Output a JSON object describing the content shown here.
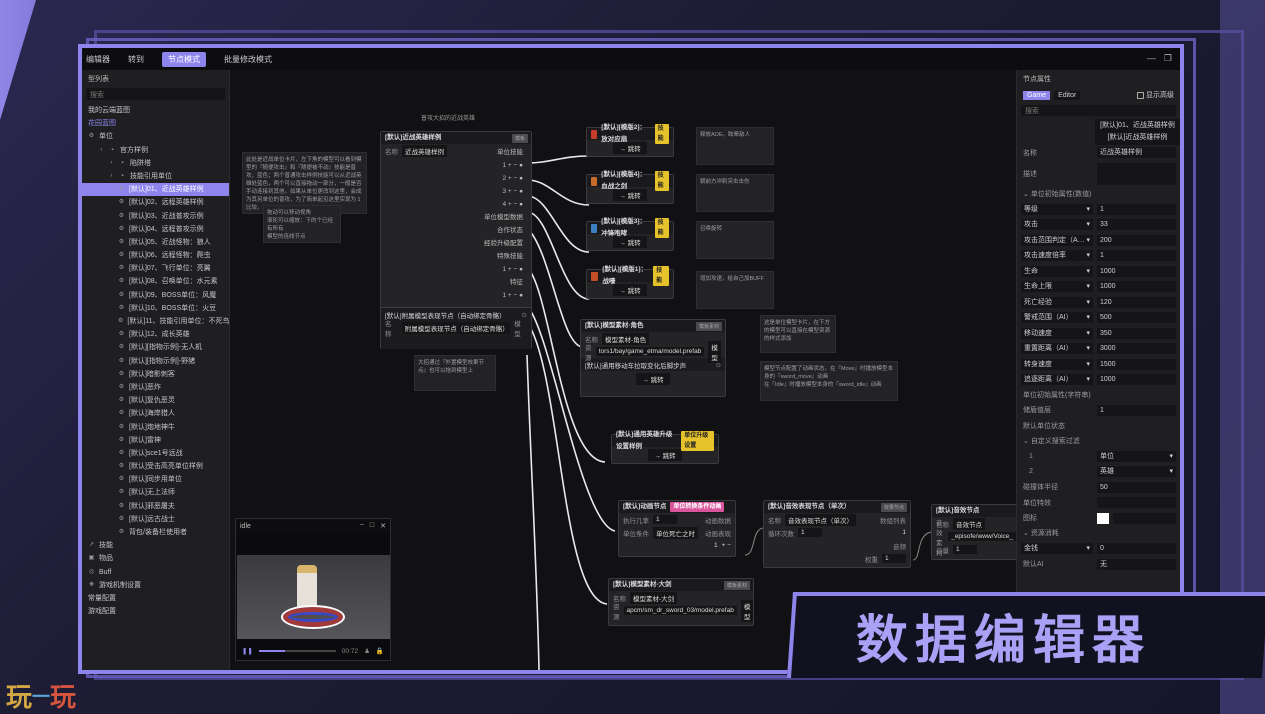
{
  "topbar": {
    "title": "编辑器",
    "tabs": [
      {
        "label": "转到",
        "active": false
      },
      {
        "label": "节点模式",
        "active": true
      },
      {
        "label": "批量修改模式",
        "active": false
      }
    ],
    "minimize_icon": "—",
    "restore_icon": "❐"
  },
  "sidebar": {
    "title": "型列表",
    "search_placeholder": "搜索",
    "items": [
      {
        "label": "我的云端蓝图",
        "indent": 0,
        "icon": "",
        "type": "link"
      },
      {
        "label": "花园蓝图",
        "indent": 0,
        "icon": "",
        "type": "link-accent"
      },
      {
        "label": "单位",
        "indent": 0,
        "icon": "⚙",
        "type": "group"
      },
      {
        "label": "官方样例",
        "indent": 1,
        "icon": "▪",
        "type": "folder"
      },
      {
        "label": "陷阱塔",
        "indent": 2,
        "icon": "▪",
        "type": "folder"
      },
      {
        "label": "技能引用单位",
        "indent": 2,
        "icon": "▪",
        "type": "folder"
      },
      {
        "label": "[默认]01、近战英雄样例",
        "indent": 3,
        "icon": "⚙",
        "type": "item",
        "selected": true
      },
      {
        "label": "[默认]02、远程英雄样例",
        "indent": 3,
        "icon": "⚙",
        "type": "item"
      },
      {
        "label": "[默认]03、近战普攻示例",
        "indent": 3,
        "icon": "⚙",
        "type": "item"
      },
      {
        "label": "[默认]04、远程普攻示例",
        "indent": 3,
        "icon": "⚙",
        "type": "item"
      },
      {
        "label": "[默认]05、近战怪物：狼人",
        "indent": 3,
        "icon": "⚙",
        "type": "item"
      },
      {
        "label": "[默认]06、远程怪物：爬虫",
        "indent": 3,
        "icon": "⚙",
        "type": "item"
      },
      {
        "label": "[默认]07、飞行单位：亮翼",
        "indent": 3,
        "icon": "⚙",
        "type": "item"
      },
      {
        "label": "[默认]08、召唤单位：水元素",
        "indent": 3,
        "icon": "⚙",
        "type": "item"
      },
      {
        "label": "[默认]09、BOSS单位：风魔",
        "indent": 3,
        "icon": "⚙",
        "type": "item"
      },
      {
        "label": "[默认]10、BOSS单位：火豆",
        "indent": 3,
        "icon": "⚙",
        "type": "item"
      },
      {
        "label": "[默认]11、技能引用单位：不死鸟蛋",
        "indent": 3,
        "icon": "⚙",
        "type": "item"
      },
      {
        "label": "[默认]12、成长英雄",
        "indent": 3,
        "icon": "⚙",
        "type": "item"
      },
      {
        "label": "[默认][指物示例]-无人机",
        "indent": 3,
        "icon": "⚙",
        "type": "item"
      },
      {
        "label": "[默认][指物示例]-野猪",
        "indent": 3,
        "icon": "⚙",
        "type": "item"
      },
      {
        "label": "[默认]暗影刺客",
        "indent": 3,
        "icon": "⚙",
        "type": "item"
      },
      {
        "label": "[默认]恶炸",
        "indent": 3,
        "icon": "⚙",
        "type": "item"
      },
      {
        "label": "[默认]复仇恶灵",
        "indent": 3,
        "icon": "⚙",
        "type": "item"
      },
      {
        "label": "[默认]海岸猎人",
        "indent": 3,
        "icon": "⚙",
        "type": "item"
      },
      {
        "label": "[默认]炮地神牛",
        "indent": 3,
        "icon": "⚙",
        "type": "item"
      },
      {
        "label": "[默认]雷神",
        "indent": 3,
        "icon": "⚙",
        "type": "item"
      },
      {
        "label": "[默认]sce1号远战",
        "indent": 3,
        "icon": "⚙",
        "type": "item"
      },
      {
        "label": "[默认]受击高亮单位样例",
        "indent": 3,
        "icon": "⚙",
        "type": "item"
      },
      {
        "label": "[默认]同步用单位",
        "indent": 3,
        "icon": "⚙",
        "type": "item"
      },
      {
        "label": "[默认]无上法师",
        "indent": 3,
        "icon": "⚙",
        "type": "item"
      },
      {
        "label": "[默认]邪恶屠夫",
        "indent": 3,
        "icon": "⚙",
        "type": "item"
      },
      {
        "label": "[默认]远古战士",
        "indent": 3,
        "icon": "⚙",
        "type": "item"
      },
      {
        "label": "背包/装备栏使用者",
        "indent": 3,
        "icon": "⚙",
        "type": "item"
      },
      {
        "label": "技能",
        "indent": 0,
        "icon": "↗",
        "type": "group"
      },
      {
        "label": "物品",
        "indent": 0,
        "icon": "▣",
        "type": "group"
      },
      {
        "label": "Buff",
        "indent": 0,
        "icon": "◎",
        "type": "group"
      },
      {
        "label": "游戏机制设置",
        "indent": 0,
        "icon": "✥",
        "type": "group"
      },
      {
        "label": "常量配置",
        "indent": 0,
        "icon": "",
        "type": "group"
      },
      {
        "label": "游戏配置",
        "indent": 0,
        "icon": "",
        "type": "group"
      }
    ]
  },
  "preview": {
    "title": "idle",
    "time": "00:72",
    "play_state": "pause"
  },
  "canvas": {
    "top_label": "普攻大招的近战英雄",
    "notes": [
      {
        "id": "n1",
        "text": "此处是近战单位卡片，左下角的模型可以看到模型的『随便攻击』和『随便被不动』技能是普攻，蓝色；两个普通攻击样例技能可以从近战英雄处蓝色，两个可以直接拖动一部分，一般是否手动连接到其他。如果从单位更改到这里，会成为其另单位的普攻，为了简单起见这里实现为 1 比较。"
      },
      {
        "id": "n2",
        "text": "拖动可以移动视角\n滚轮可以缩放：下的个已经有所有\n模型的连线节点"
      },
      {
        "id": "n3",
        "text": "大招通过『外置模型效果节点』也可以拖到模型上"
      },
      {
        "id": "n4",
        "text": "释放AOE。眩晕敌人"
      },
      {
        "id": "n5",
        "text": "朝前方冲刺突击击伤"
      },
      {
        "id": "n6",
        "text": "召唤旋转"
      },
      {
        "id": "n7",
        "text": "增加攻速，给自己加BUFF"
      },
      {
        "id": "n8",
        "text": "这是单位模型卡片，在下方的模型可以直接在模型资源的样式添加"
      },
      {
        "id": "n9",
        "text": "模型节点配置了动画状态，在『Move』时播放模型本身的『sword_move』动画\n在『Idle』时播放模型本身的『sword_idle』动画"
      }
    ],
    "main_node": {
      "title": "[默认]近战英雄样例",
      "badge": "模板",
      "name_label": "名称",
      "name_value": "近战英雄样例",
      "right_rows": [
        "单位技能",
        "1",
        "2",
        "3",
        "4",
        "单位模型数据",
        "合作状态",
        "经验升级配置",
        "特殊技能",
        "1",
        "特征",
        "1"
      ],
      "sub_title": "[默认]附属模型表现节点（自动绑定骨骼）",
      "sub_name_label": "名称",
      "sub_name_value": "附属模型表现节点（自动绑定骨骼）",
      "sub_right": "模型"
    },
    "skill_nodes": [
      {
        "title": "[默认][模版2]：放对应扇",
        "tag": "技能",
        "jump": "跳转"
      },
      {
        "title": "[默认][模版4]：血战之剑",
        "tag": "技能",
        "jump": "跳转"
      },
      {
        "title": "[默认][模版3]：冲锋咆哮",
        "tag": "技能",
        "jump": "跳转"
      },
      {
        "title": "[默认][模版1]：战嚎",
        "tag": "技能",
        "jump": "跳转"
      }
    ],
    "model_node": {
      "title": "[默认]模型素材-角色",
      "badge": "模板素材",
      "name_label": "名称",
      "name_value": "模型素材-角色",
      "res_label": "资源",
      "res_value": "tors1/bay/game_etma/model.prefab",
      "res_btn": "模型",
      "sub_title": "[默认]通用移动车拉取变化后脚步声",
      "jump": "跳转"
    },
    "upgrade_node": {
      "title": "[默认]通用英雄升级设置样例",
      "tag": "单位升级设置",
      "jump": "跳转"
    },
    "anim_node": {
      "title": "[默认]动画节点",
      "tag": "单位转换条件动画",
      "rows": [
        {
          "label": "执行几率",
          "value": "1",
          "right": "动画数据"
        },
        {
          "label": "单位条件",
          "value": "单位死亡之时",
          "right": "动画表现"
        }
      ],
      "counter": "1"
    },
    "effect_node": {
      "title": "[默认]音效表现节点（单次）",
      "badge": "效果节点",
      "name_label": "名称",
      "name_value": "音效表现节点（单次）",
      "loop_label": "循环次数",
      "loop_value": "1",
      "right_rows": [
        "数组列表",
        "1",
        "音频",
        "权重"
      ],
      "weight_value": "1"
    },
    "sound_node": {
      "title": "[默认]音效节点",
      "name_label": "名称",
      "name_value": "音效节点",
      "res_label": "音效素材",
      "res_value": "_episofe/www/Voice_",
      "vol_label": "音量",
      "vol_value": "1"
    },
    "weapon_node": {
      "title": "[默认]模型素材-大剑",
      "badge": "模板素材",
      "name_label": "名称",
      "name_value": "模型素材-大剑",
      "res_label": "资源",
      "res_value": "apcm/sm_dr_sword_03/model.prefab",
      "res_btn": "模型"
    }
  },
  "props": {
    "title": "节点属性",
    "tabs": [
      {
        "label": "Game",
        "active": true
      },
      {
        "label": "Editor",
        "active": false
      }
    ],
    "show_advanced": "显示高级",
    "search_placeholder": "搜索",
    "header_line1": "[默认]01、近战英雄样例",
    "header_line2": "[默认]近战英雄样例",
    "name_label": "名称",
    "name_value": "近战英雄样例",
    "desc_label": "描述",
    "section_numeric": "单位初始属性(数值)",
    "stats": [
      {
        "key": "等级",
        "value": "1"
      },
      {
        "key": "攻击",
        "value": "33"
      },
      {
        "key": "攻击范围判定（A…",
        "value": "200"
      },
      {
        "key": "攻击速度倍率",
        "value": "1"
      },
      {
        "key": "生命",
        "value": "1000"
      },
      {
        "key": "生命上限",
        "value": "1000"
      },
      {
        "key": "死亡经验",
        "value": "120"
      },
      {
        "key": "警戒范围（AI）",
        "value": "500"
      },
      {
        "key": "移动速度",
        "value": "350"
      },
      {
        "key": "重置距离（AI）",
        "value": "3000"
      },
      {
        "key": "转身速度",
        "value": "1500"
      },
      {
        "key": "追逐距离（AI）",
        "value": "1000"
      }
    ],
    "section_string": "单位初始属性(字符串)",
    "shield_label": "储盾值层",
    "shield_value": "1",
    "default_state_label": "默认单位状态",
    "section_filter": "自定义搜索过滤",
    "filters": [
      {
        "idx": "1",
        "value": "单位"
      },
      {
        "idx": "2",
        "value": "英雄"
      }
    ],
    "radius_label": "碰撞体半径",
    "radius_value": "50",
    "special_label": "单位特效",
    "icon_label": "图标",
    "section_resource": "资源消耗",
    "resource": {
      "key": "金钱",
      "value": "0"
    },
    "default_ai_label": "默认AI",
    "default_ai_value": "无"
  },
  "banner": {
    "text": "数据编辑器"
  },
  "logo": {
    "part1": "玩",
    "dash": "一",
    "part2": "玩"
  },
  "colors": {
    "accent": "#8d84ec",
    "tag_yellow": "#e6c22b",
    "tag_pink": "#d9559c",
    "banner_text": "#a9a1f5"
  }
}
